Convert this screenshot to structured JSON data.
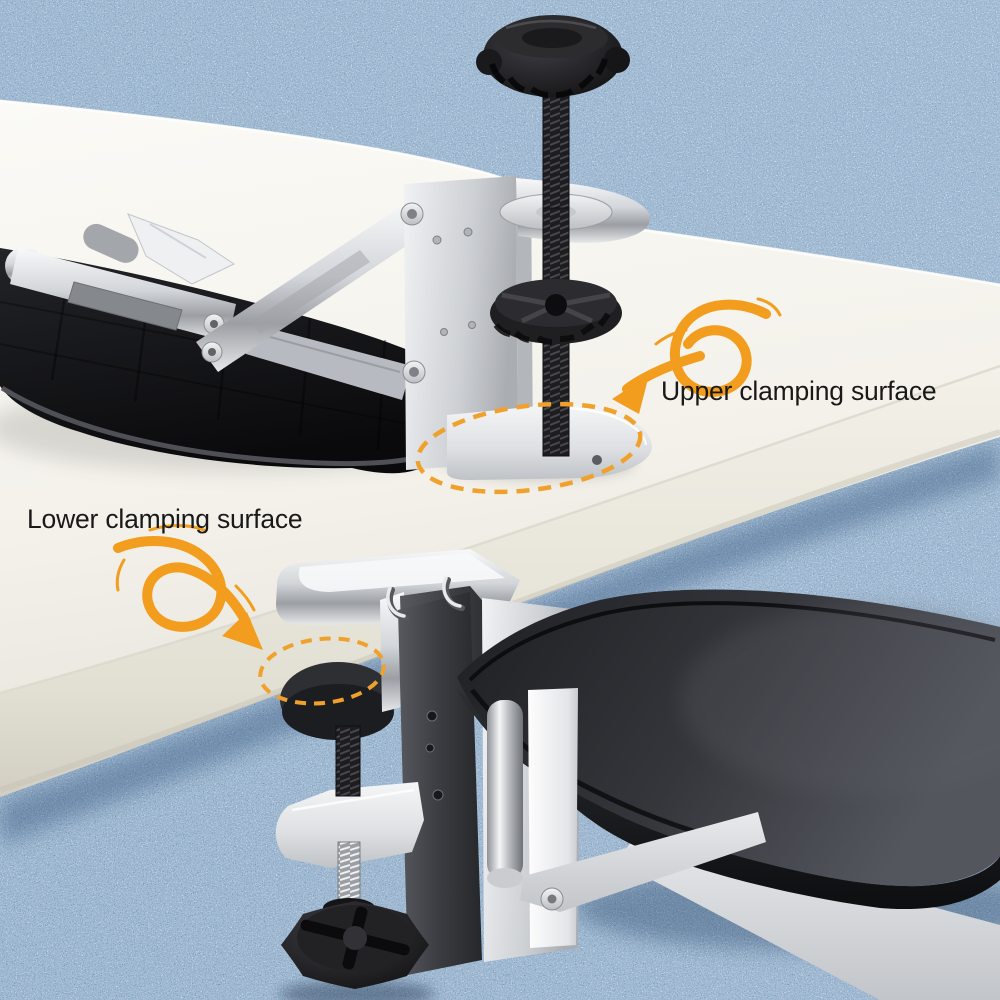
{
  "page": {
    "title": "Desk clamp armrest product photo"
  },
  "annotations": {
    "upper": {
      "label": "Upper clamping surface",
      "arrow_icon": "curly-arrow-down-left",
      "highlight_icon": "dashed-ellipse"
    },
    "lower": {
      "label": "Lower clamping surface",
      "arrow_icon": "curly-arrow-down-right",
      "highlight_icon": "dashed-ellipse"
    }
  },
  "colors": {
    "accent_orange": "#F29D1E",
    "background_blue": "#6E93BC",
    "desk_white": "#F6F4EE",
    "metal_silver": "#D8DBDE",
    "pad_black": "#222327",
    "label_text": "#1A1A1A"
  }
}
